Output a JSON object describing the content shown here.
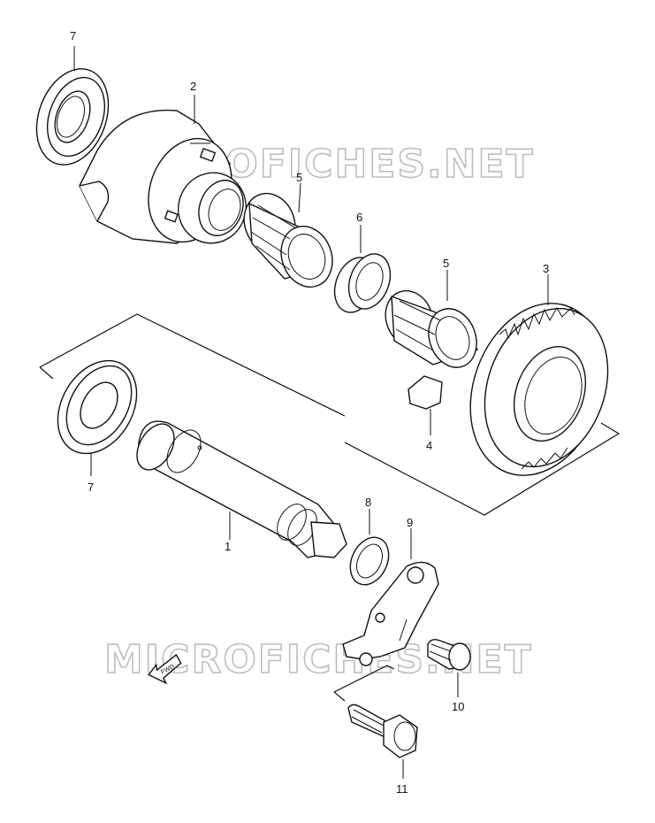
{
  "watermark": {
    "top": "MICROFICHES.NET",
    "bottom": "MICROFICHES.NET"
  },
  "fwd_label": "FWD",
  "callouts": {
    "c1": "1",
    "c2": "2",
    "c3": "3",
    "c4": "4",
    "c5a": "5",
    "c5b": "5",
    "c6": "6",
    "c7a": "7",
    "c7b": "7",
    "c8": "8",
    "c9": "9",
    "c10": "10",
    "c11": "11"
  },
  "colors": {
    "line": "#111111",
    "watermark_stroke": "#bdbdbd",
    "background": "#ffffff"
  }
}
